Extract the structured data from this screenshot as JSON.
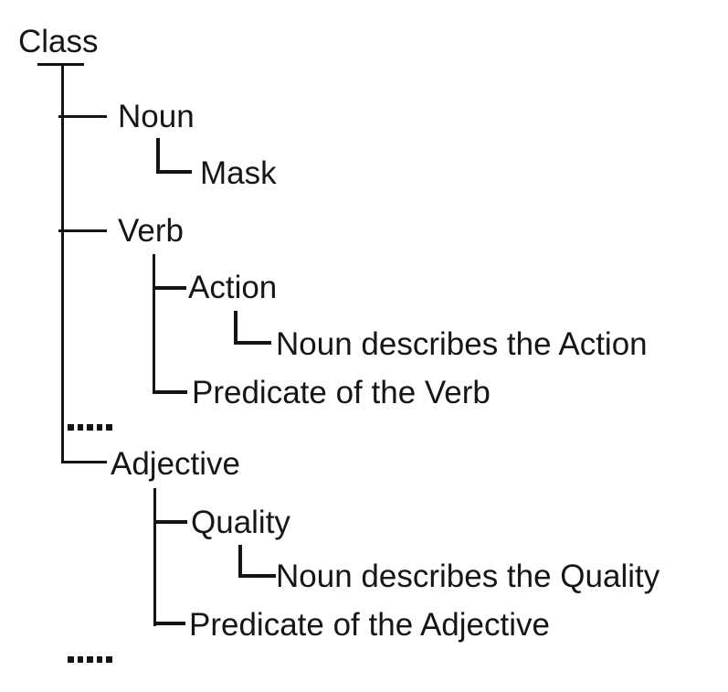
{
  "diagram_title": "Class hierarchy tree",
  "colors": {
    "background": "#ffffff",
    "text": "#161616",
    "line": "#141414"
  },
  "tree": {
    "root": {
      "label": "Class"
    },
    "children": [
      {
        "label": "Noun",
        "children": [
          {
            "label": "Mask"
          }
        ]
      },
      {
        "label": "Verb",
        "children": [
          {
            "label": "Action",
            "children": [
              {
                "label": "Noun describes the Action"
              }
            ]
          },
          {
            "label": "Predicate of the Verb"
          }
        ]
      },
      {
        "label": "....."
      },
      {
        "label": "Adjective",
        "children": [
          {
            "label": "Quality",
            "children": [
              {
                "label": "Noun describes the Quality"
              }
            ]
          },
          {
            "label": "Predicate of the Adjective"
          }
        ]
      },
      {
        "label": "....."
      }
    ]
  }
}
